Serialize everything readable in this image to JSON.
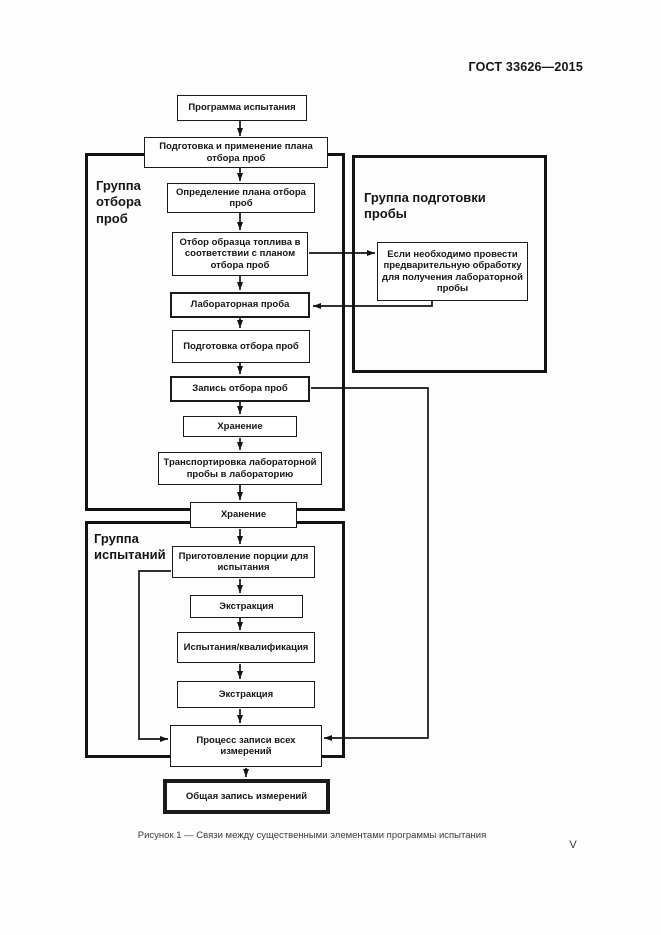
{
  "page": {
    "header": "ГОСТ 33626—2015",
    "caption": "Рисунок 1 — Связи между существенными элементами программы испытания",
    "page_number": "V"
  },
  "groups": {
    "sampling": {
      "label": "Группа отбора проб"
    },
    "sample_prep": {
      "label": "Группа подготовки пробы"
    },
    "testing": {
      "label": "Группа испытаний"
    }
  },
  "nodes": {
    "program": {
      "label": "Программа испытания"
    },
    "prep_plan": {
      "label": "Подготовка и применение плана отбора проб"
    },
    "define_plan": {
      "label": "Определение плана отбора проб"
    },
    "sample_selection": {
      "label": "Отбор образца топлива в соответствии с планом отбора проб"
    },
    "if_needed": {
      "label": "Если необходимо провести предварительную обработку для получения лабораторной пробы"
    },
    "lab_sample": {
      "label": "Лабораторная проба"
    },
    "prep_sampling": {
      "label": "Подготовка отбора проб"
    },
    "sampling_record": {
      "label": "Запись отбора проб"
    },
    "storage1": {
      "label": "Хранение"
    },
    "transport": {
      "label": "Транспортировка лабораторной пробы в лабораторию"
    },
    "storage2": {
      "label": "Хранение"
    },
    "portion_prep": {
      "label": "Приготовление порции для испытания"
    },
    "extraction1": {
      "label": "Экстракция"
    },
    "test_qualification": {
      "label": "Испытания/квалификация"
    },
    "extraction2": {
      "label": "Экстракция"
    },
    "record_process": {
      "label": "Процесс записи всех измерений"
    },
    "total_record": {
      "label": "Общая запись измерений"
    }
  },
  "colors": {
    "ink": "#1a1a1a",
    "paper": "#fdfdfd"
  }
}
